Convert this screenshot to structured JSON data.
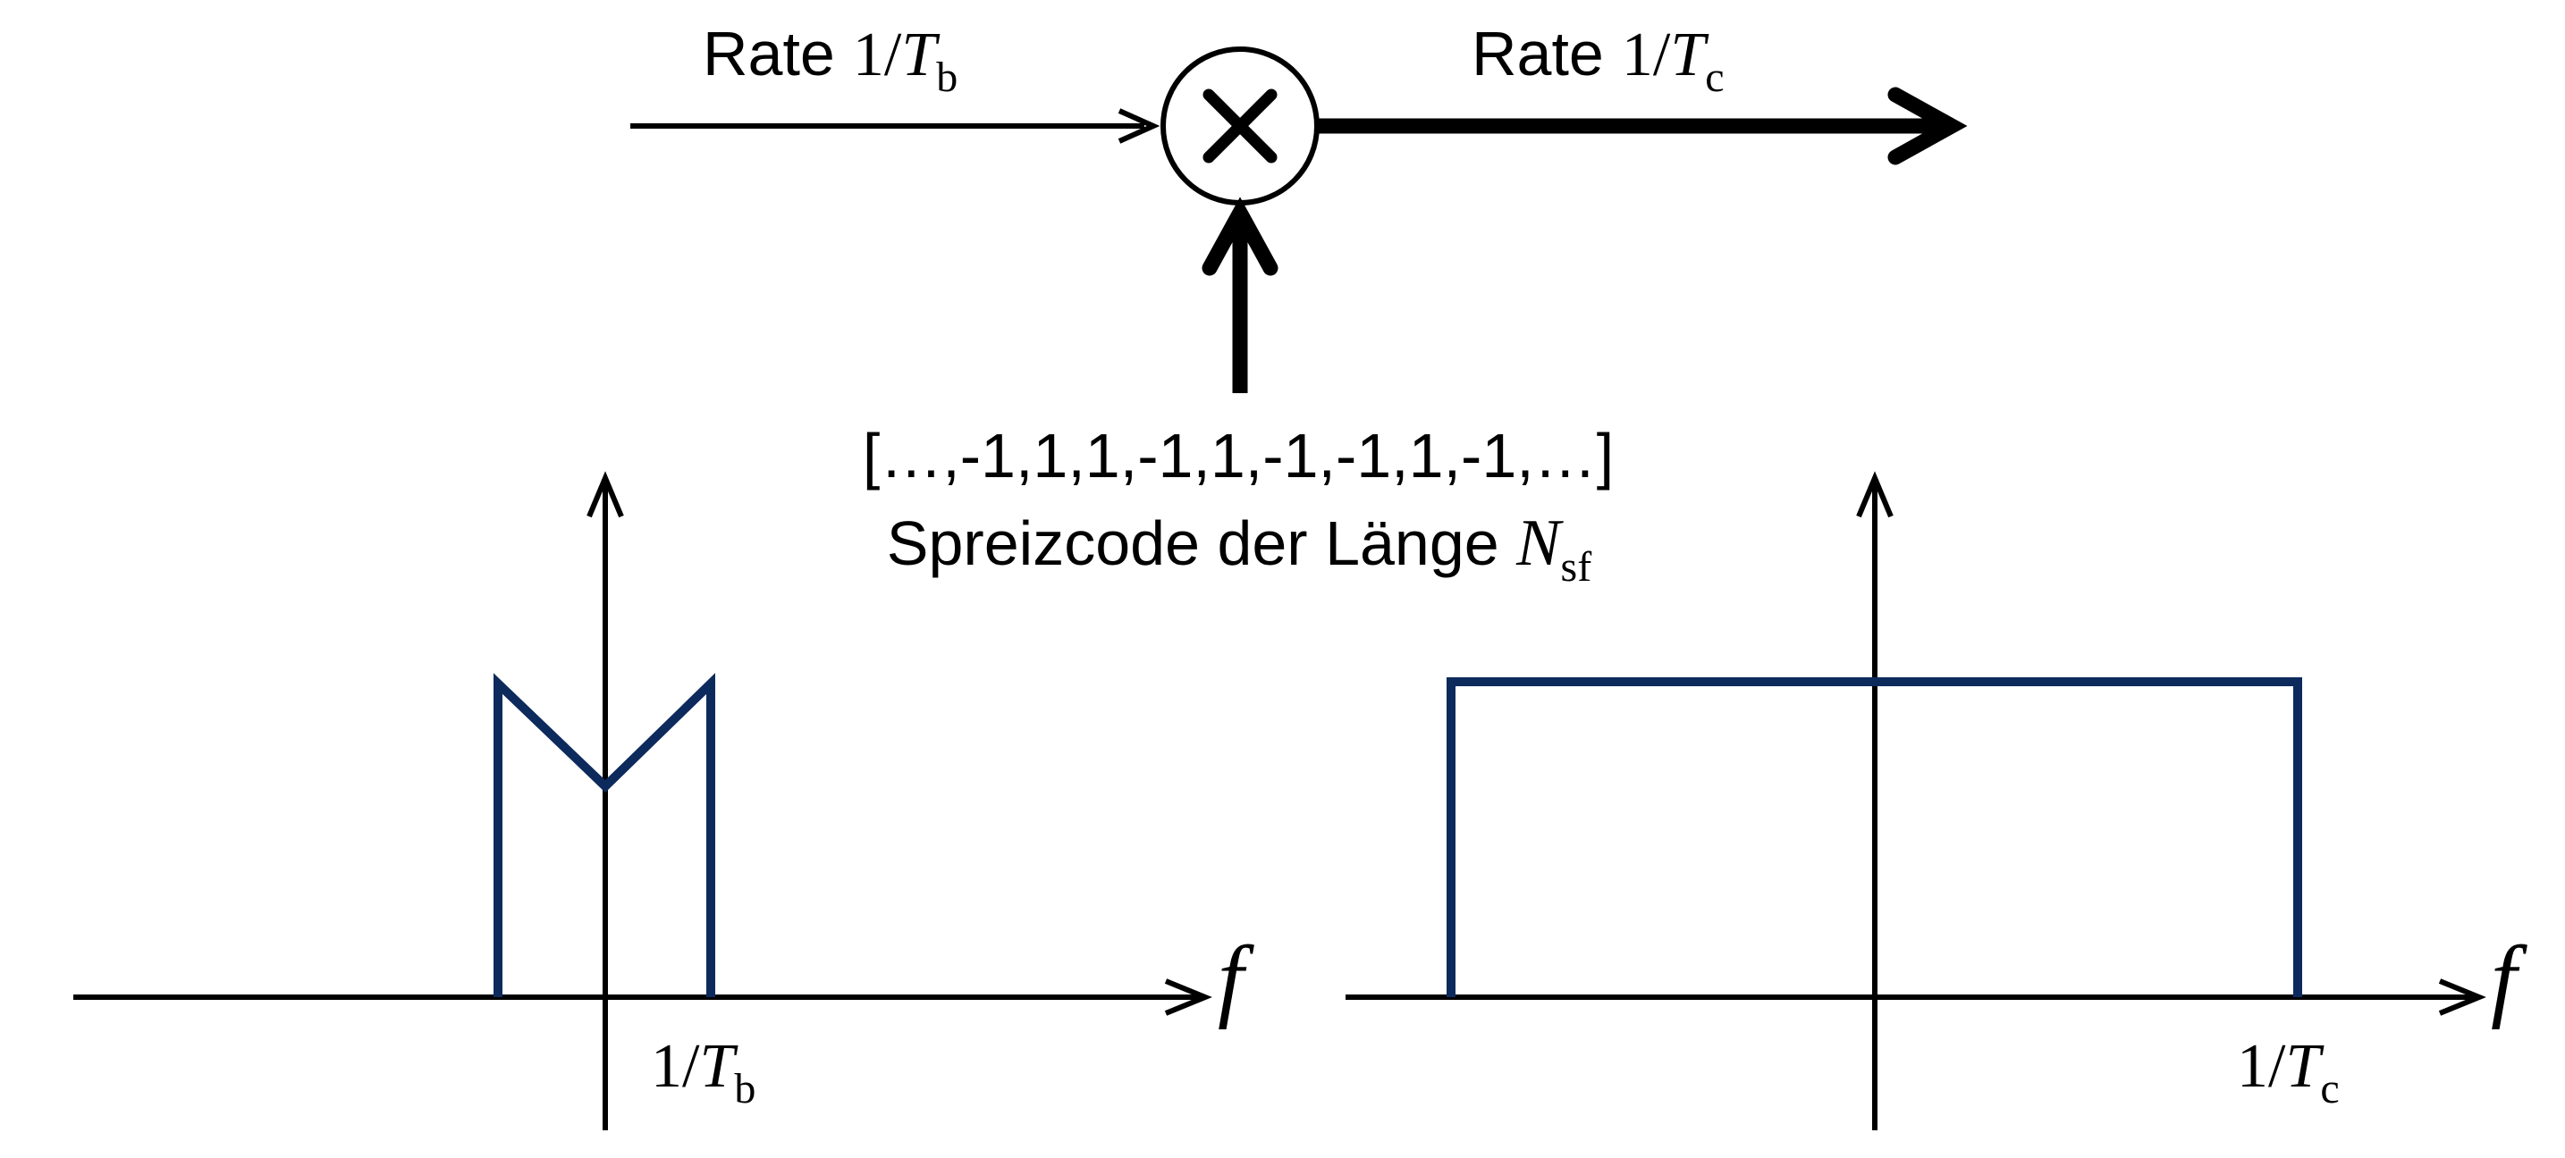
{
  "colors": {
    "line": "#000000",
    "spectrum": "#0d2a5c",
    "background": "#ffffff"
  },
  "icons": {
    "multiplier": "circled-times-icon"
  },
  "block_diagram": {
    "input_label": {
      "word": "Rate",
      "expr": "1/",
      "var": "T",
      "sub": "b"
    },
    "output_label": {
      "word": "Rate",
      "expr": "1/",
      "var": "T",
      "sub": "c"
    },
    "code_sequence": "[…,-1,1,1,-1,1,-1,-1,1,-1,…]",
    "code_caption": {
      "text": "Spreizcode der Länge ",
      "var": "N",
      "sub": "sf"
    }
  },
  "spectrum_before": {
    "axis_label": "f",
    "tick_label": {
      "expr": "1/",
      "var": "T",
      "sub": "b"
    }
  },
  "spectrum_after": {
    "axis_label": "f",
    "tick_label": {
      "expr": "1/",
      "var": "T",
      "sub": "c"
    }
  }
}
